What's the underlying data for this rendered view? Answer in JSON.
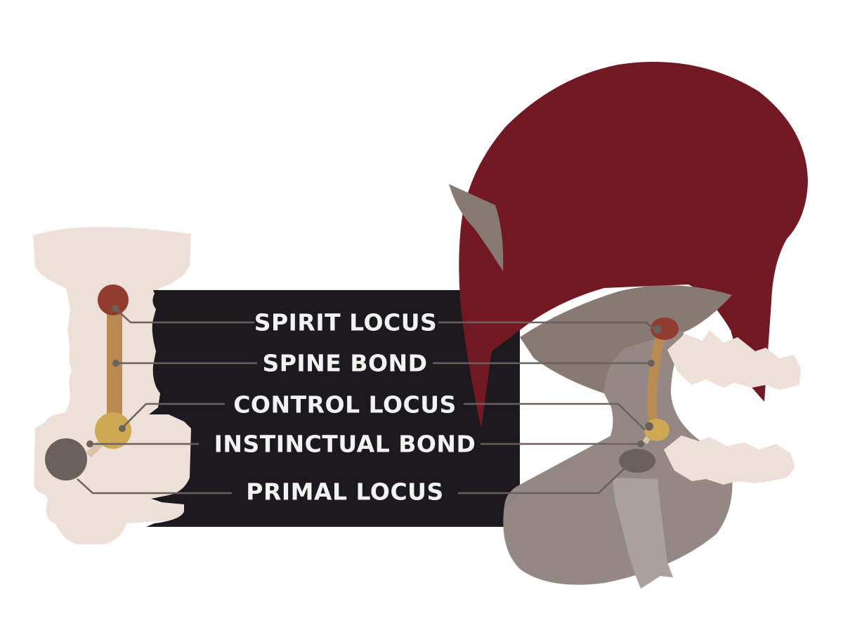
{
  "diagram": {
    "type": "anatomical-comparison",
    "subjects": [
      {
        "name": "left-spine-figure",
        "description": "Pale bone-shaped figure with vertical locus chain"
      },
      {
        "name": "right-creature-head",
        "description": "Crimson hooded creature head with neck vertebrae and locus chain"
      }
    ],
    "labels": [
      {
        "id": "spirit-locus",
        "text": "SPIRIT LOCUS"
      },
      {
        "id": "spine-bond",
        "text": "SPINE BOND"
      },
      {
        "id": "control-locus",
        "text": "CONTROL LOCUS"
      },
      {
        "id": "instinctual-bond",
        "text": "INSTINCTUAL BOND"
      },
      {
        "id": "primal-locus",
        "text": "PRIMAL LOCUS"
      }
    ]
  },
  "colors": {
    "background": "#ffffff",
    "panel": "#1c1a1f",
    "label_text": "#f1f2f1",
    "leader_line": "#6b615c",
    "bone": "#ece0d8",
    "bone_shadow": "#dccbc1",
    "head_crimson": "#731923",
    "head_gray": "#867a72",
    "neck_gray": "#938884",
    "vertebra_gray": "#aaa19d",
    "spirit_locus": "#923c30",
    "spine_bond": "#b98b54",
    "control_locus": "#cea854",
    "instinctual_bond": "#d7c4a9",
    "primal_locus": "#6b615c"
  }
}
